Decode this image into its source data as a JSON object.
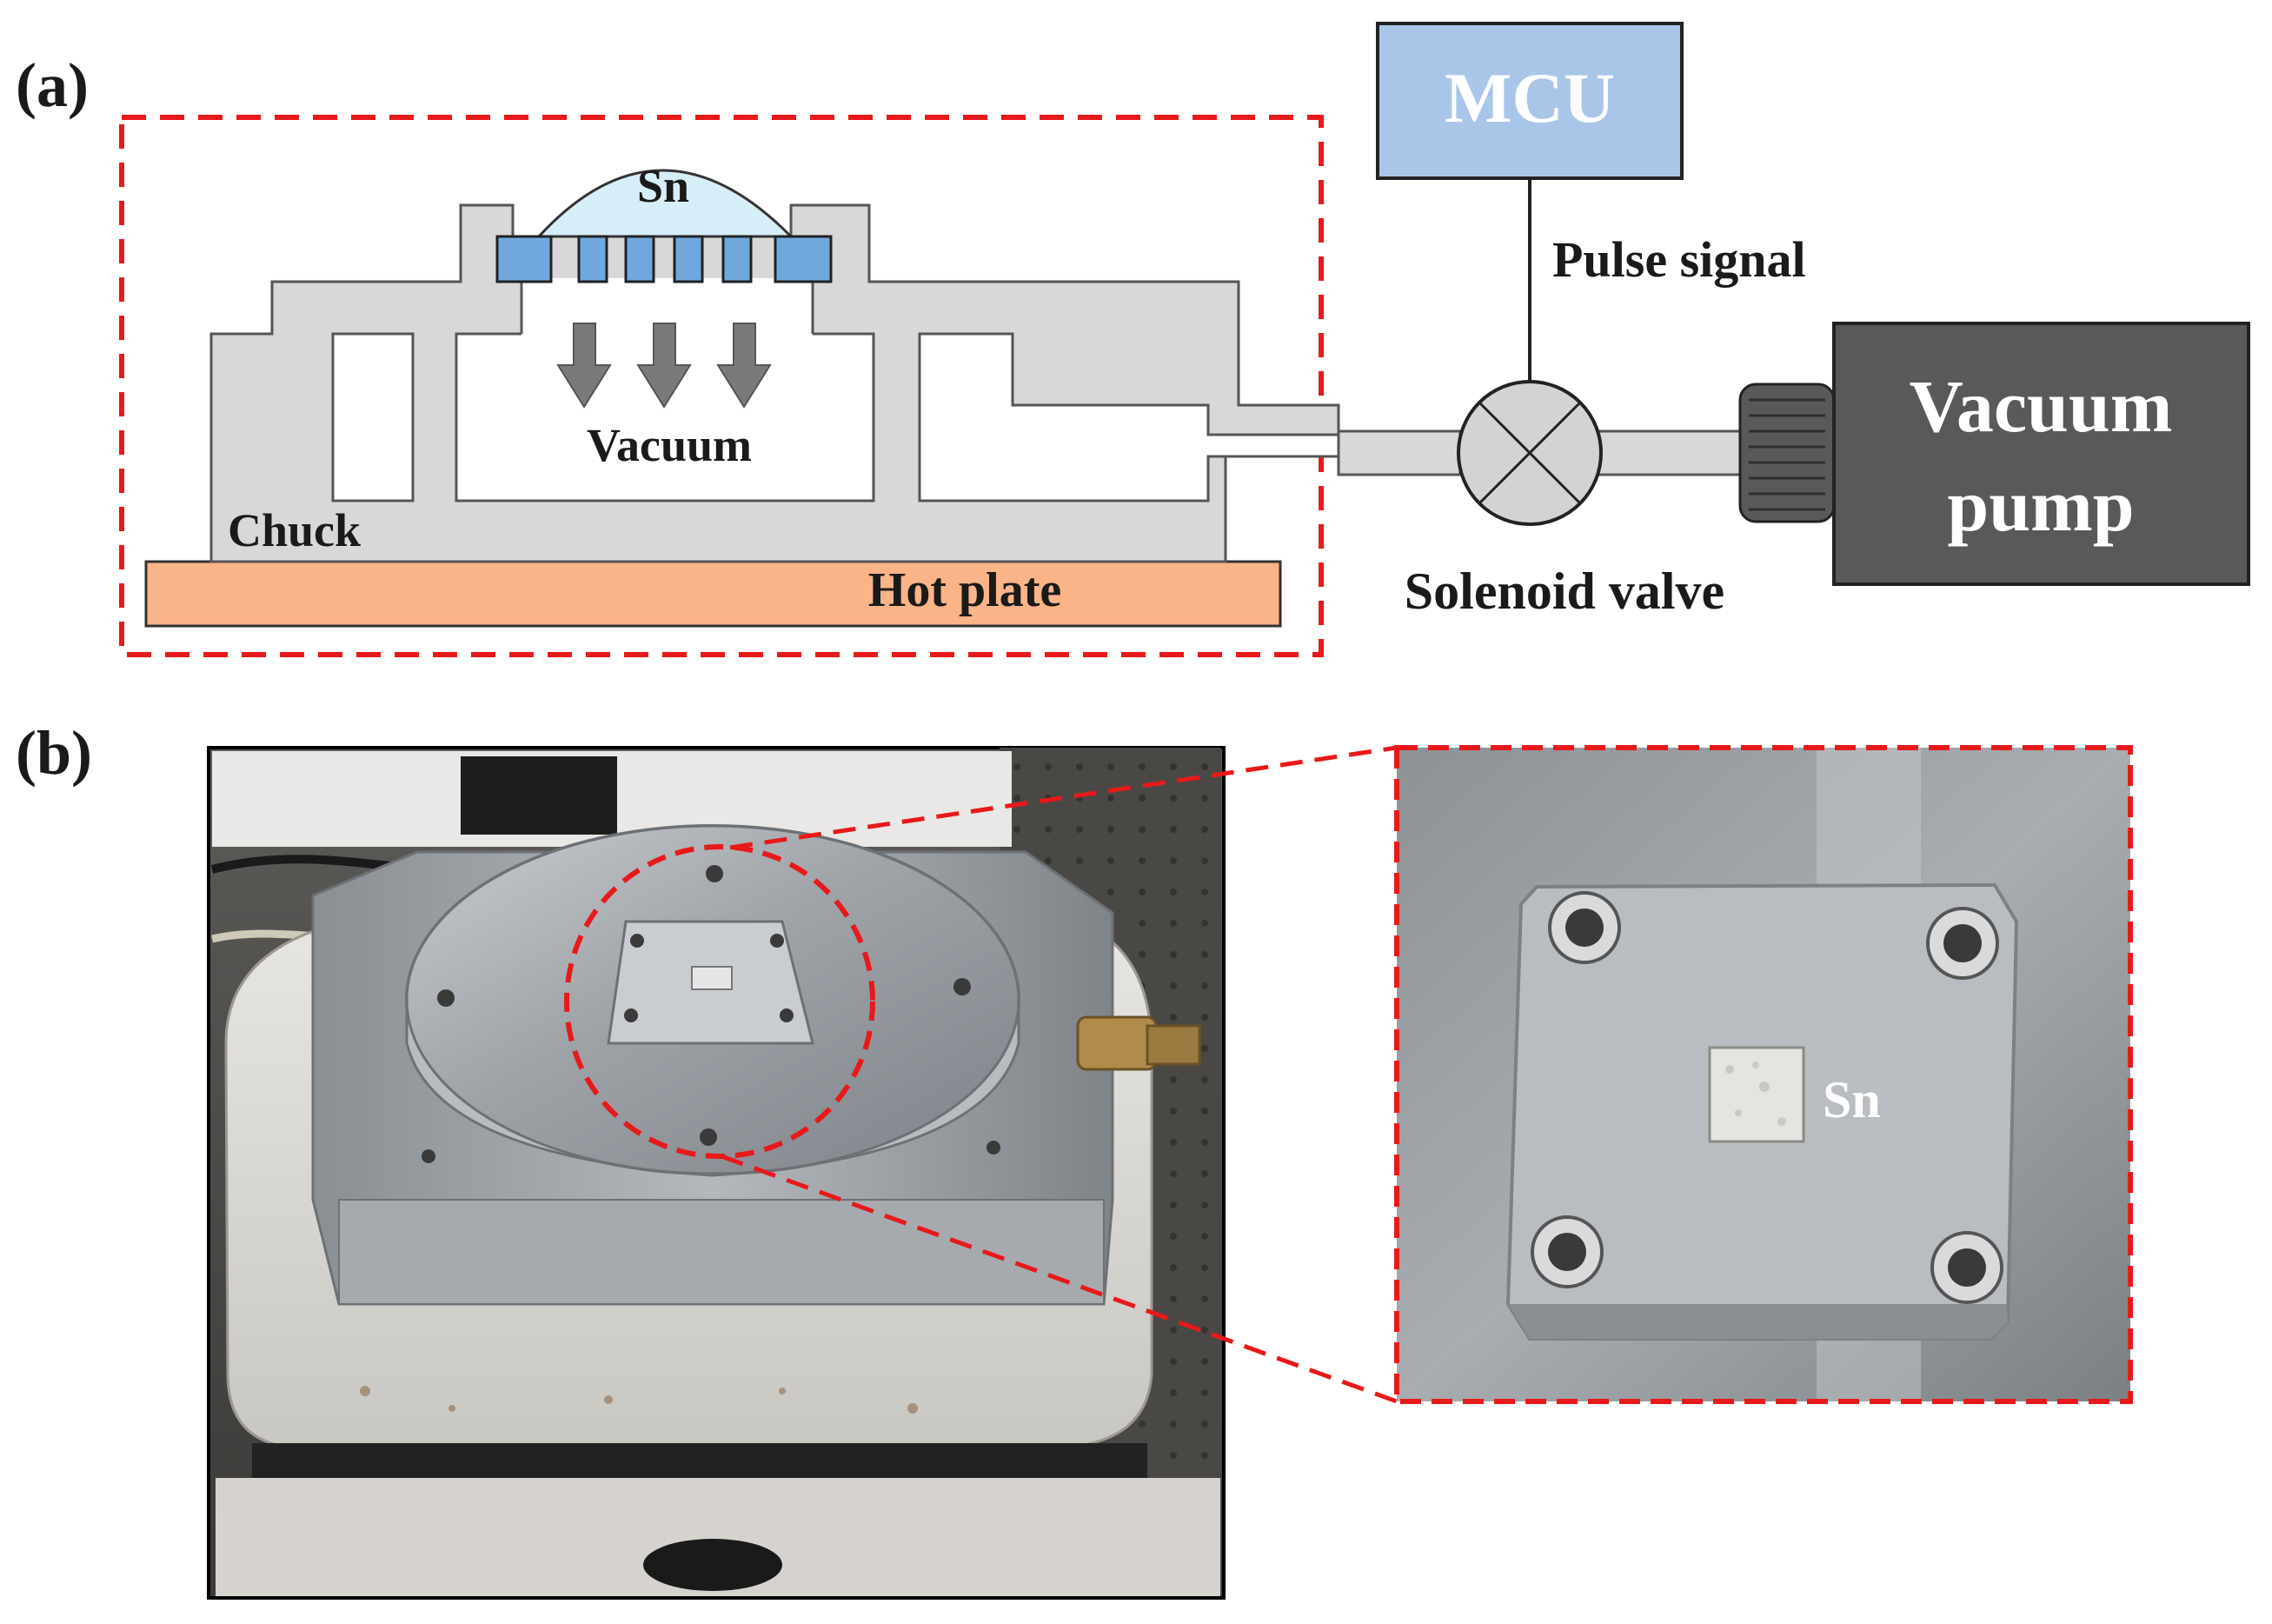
{
  "panel_a": {
    "label": "(a)",
    "sn": "Sn",
    "vacuum": "Vacuum",
    "chuck": "Chuck",
    "hot_plate": "Hot plate",
    "mcu": "MCU",
    "pulse_signal": "Pulse signal",
    "solenoid_valve": "Solenoid valve",
    "vacuum_pump_line1": "Vacuum",
    "vacuum_pump_line2": "pump"
  },
  "panel_b": {
    "label": "(b)",
    "sn_zoom": "Sn"
  },
  "colors": {
    "chuck_gray": "#d8d8d8",
    "hot_plate": "#fbb388",
    "mcu_fill": "#a9c6e8",
    "pump_fill": "#595959",
    "plate_blue": "#6fa8dc",
    "solder_fill": "#d6eef8",
    "dashed_red": "#e8191a",
    "arrow_gray": "#7a7a7a"
  }
}
